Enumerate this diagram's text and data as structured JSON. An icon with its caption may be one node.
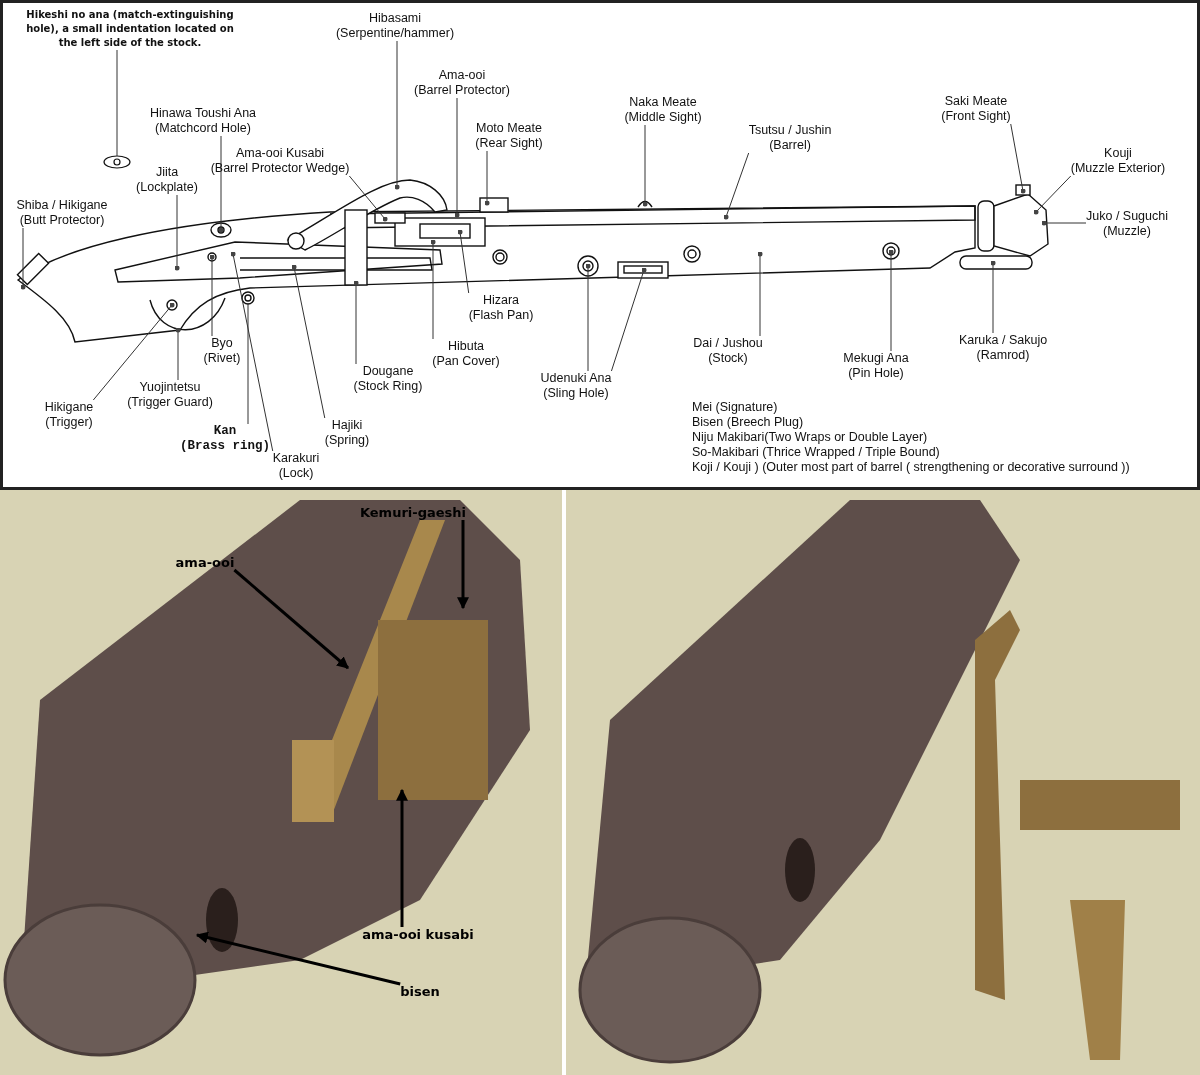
{
  "diagram": {
    "nodes": [
      {
        "text": [
          "Hikeshi no ana (match-extinguishing hole), a small indentation located on the left side of the stock."
        ]
      },
      {
        "text": [
          "Hibasami (Serpentine/hammer)"
        ]
      },
      {
        "text": [
          "Ama-ooi (Barrel Protector)"
        ]
      },
      {
        "text": [
          "Naka Meate (Middle Sight)"
        ]
      },
      {
        "text": [
          "Saki Meate (Front Sight)"
        ]
      },
      {
        "text": [
          "Hinawa Toushi Ana (Matchcord Hole)"
        ]
      },
      {
        "text": [
          "Moto Meate (Rear Sight)"
        ]
      },
      {
        "text": [
          "Tsutsu / Jushin (Barrel)"
        ]
      },
      {
        "text": [
          "Kouji (Muzzle Exterior)"
        ]
      },
      {
        "text": [
          "Ama-ooi Kusabi (Barrel Protector Wedge)"
        ]
      },
      {
        "text": [
          "Jiita (Lockplate)"
        ]
      },
      {
        "text": [
          "Shiba / Hikigane (Butt Protector)"
        ]
      },
      {
        "text": [
          "Juko / Suguchi (Muzzle)"
        ]
      },
      {
        "text": [
          "Hizara (Flash Pan)"
        ]
      },
      {
        "text": [
          "Byo (Rivet)"
        ]
      },
      {
        "text": [
          "Hibuta (Pan Cover)"
        ]
      },
      {
        "text": [
          "Dai / Jushou (Stock)"
        ]
      },
      {
        "text": [
          "Karuka / Sakujo (Ramrod)"
        ]
      },
      {
        "text": [
          "Mekugi Ana (Pin Hole)"
        ]
      },
      {
        "text": [
          "Dougane (Stock Ring)"
        ]
      },
      {
        "text": [
          "Udenuki Ana (Sling Hole)"
        ]
      },
      {
        "text": [
          "Hikigane (Trigger)"
        ]
      },
      {
        "text": [
          "Yuojintetsu (Trigger Guard)"
        ]
      },
      {
        "text": [
          "Hajiki (Spring)"
        ]
      },
      {
        "text": [
          "Kan (Brass ring)"
        ]
      },
      {
        "text": [
          "Karakuri (Lock)"
        ]
      },
      {
        "text": [
          "Kemuri-gaeshi"
        ]
      },
      {
        "text": [
          "ama-ooi"
        ]
      },
      {
        "text": [
          "ama-ooi kusabi"
        ]
      },
      {
        "text": [
          "bisen"
        ]
      },
      {
        "text": [],
        "shape": "circle"
      },
      {
        "text": [],
        "shape": "picture"
      }
    ],
    "edges": [
      {
        "from": 0,
        "to": 30,
        "arrow": "none"
      },
      {
        "from": 1,
        "to": 31,
        "arrow": "other"
      },
      {
        "from": 2,
        "to": 31,
        "arrow": "other"
      },
      {
        "from": 3,
        "to": 31,
        "arrow": "other"
      },
      {
        "from": 4,
        "to": 31,
        "arrow": "other"
      },
      {
        "from": 5,
        "to": 31,
        "arrow": "other"
      },
      {
        "from": 6,
        "to": 31,
        "arrow": "other"
      },
      {
        "from": 7,
        "to": 31,
        "arrow": "other"
      },
      {
        "from": 8,
        "to": 31,
        "arrow": "other"
      },
      {
        "from": 9,
        "to": 31,
        "arrow": "other"
      },
      {
        "from": 10,
        "to": 31,
        "arrow": "other"
      },
      {
        "from": 11,
        "to": 31,
        "arrow": "other"
      },
      {
        "from": 12,
        "to": 31,
        "arrow": "other"
      },
      {
        "from": 13,
        "to": 31,
        "arrow": "other"
      },
      {
        "from": 14,
        "to": 31,
        "arrow": "other"
      },
      {
        "from": 15,
        "to": 31,
        "arrow": "other"
      },
      {
        "from": 16,
        "to": 31,
        "arrow": "other"
      },
      {
        "from": 17,
        "to": 31,
        "arrow": "other"
      },
      {
        "from": 18,
        "to": 31,
        "arrow": "other"
      },
      {
        "from": 19,
        "to": 31,
        "arrow": "other"
      },
      {
        "from": 20,
        "to": 31,
        "arrow": "other"
      },
      {
        "from": 20,
        "to": 31,
        "arrow": "other"
      },
      {
        "from": 21,
        "to": 31,
        "arrow": "other"
      },
      {
        "from": 22,
        "to": 31,
        "arrow": "other"
      },
      {
        "from": 23,
        "to": 31,
        "arrow": "other"
      },
      {
        "from": 24,
        "to": 31,
        "arrow": "none"
      },
      {
        "from": 25,
        "to": 31,
        "arrow": "other"
      },
      {
        "from": 26,
        "to": null,
        "arrow": "to",
        "style": "thick"
      },
      {
        "from": 27,
        "to": null,
        "arrow": "to",
        "style": "thick"
      },
      {
        "from": 28,
        "to": null,
        "arrow": "to",
        "style": "thick"
      },
      {
        "from": 29,
        "to": null,
        "arrow": "to",
        "style": "thick"
      }
    ],
    "labels": [
      "Mei (Signature)",
      "Bisen (Breech Plug)",
      "Niju Makibari(Two Wraps or Double Layer)",
      "So-Makibari (Thrice Wrapped / Triple Bound)",
      "Koji / Kouji ) (Outer most part of barrel ( strengthening or decorative surround ))"
    ]
  }
}
